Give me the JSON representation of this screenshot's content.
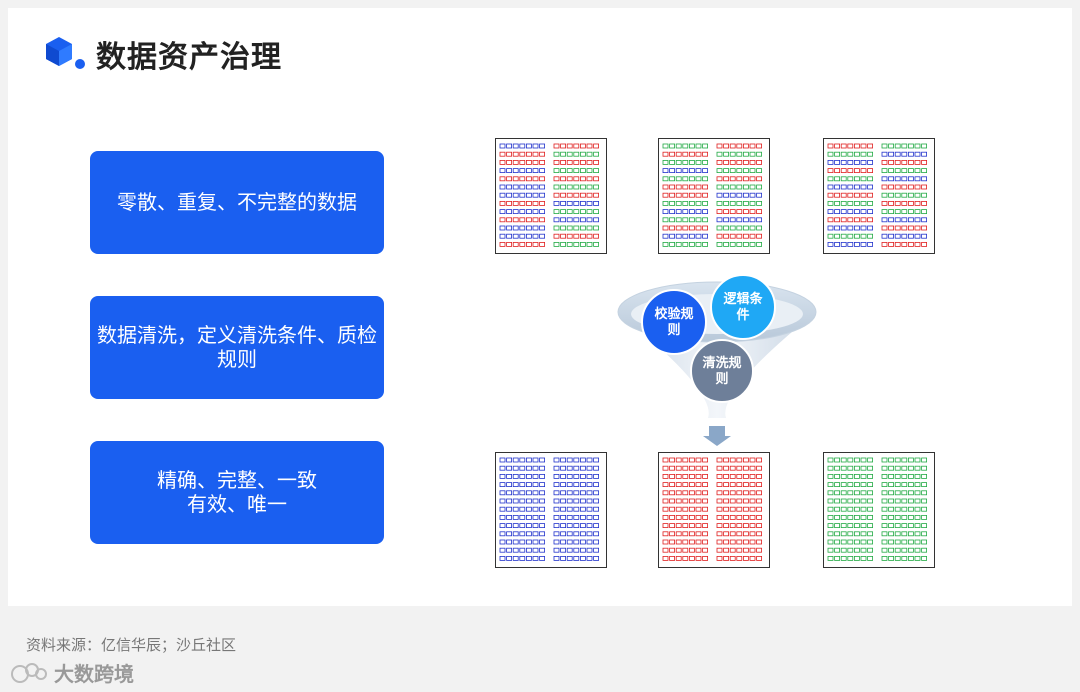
{
  "header": {
    "title": "数据资产治理",
    "logo_icon": "blue-cube-logo"
  },
  "steps": [
    {
      "lines": [
        "零散、重复、不完整的数据"
      ]
    },
    {
      "lines": [
        "数据清洗，定义清洗条件、质检",
        "规则"
      ]
    },
    {
      "lines": [
        "精确、完整、一致",
        "有效、唯一"
      ]
    }
  ],
  "funnel": {
    "circles": [
      {
        "lines": [
          "校验规",
          "则"
        ],
        "color": "#1a5ff0"
      },
      {
        "lines": [
          "逻辑条",
          "件"
        ],
        "color": "#1fa8f5"
      },
      {
        "lines": [
          "清洗规",
          "则"
        ],
        "color": "#6e7f99"
      }
    ]
  },
  "colors": {
    "blue": "#2233cc",
    "red": "#e02020",
    "green": "#22aa44",
    "box": "#1a5ff0"
  },
  "footer": {
    "source": "资料来源：亿信华辰；沙丘社区"
  },
  "watermark": {
    "text": "大数跨境"
  }
}
